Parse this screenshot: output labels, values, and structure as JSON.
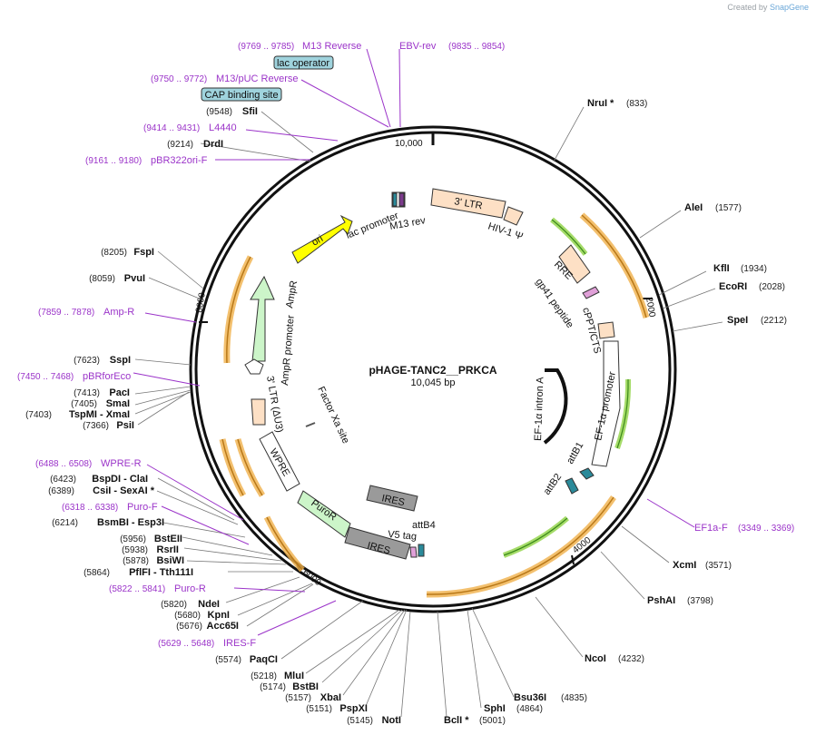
{
  "credit": {
    "prefix": "Created by",
    "brand": "SnapGene"
  },
  "plasmid": {
    "name": "pHAGE-TANC2__PRKCA",
    "size": "10,045 bp",
    "length": 10045
  },
  "ticks": [
    "2000",
    "4000",
    "6000",
    "8000",
    "10,000"
  ],
  "enzymes_right": [
    {
      "name": "NruI *",
      "pos": "(833)"
    },
    {
      "name": "AleI",
      "pos": "(1577)"
    },
    {
      "name": "KflI",
      "pos": "(1934)"
    },
    {
      "name": "EcoRI",
      "pos": "(2028)"
    },
    {
      "name": "SpeI",
      "pos": "(2212)"
    },
    {
      "name": "XcmI",
      "pos": "(3571)"
    },
    {
      "name": "PshAI",
      "pos": "(3798)"
    },
    {
      "name": "NcoI",
      "pos": "(4232)"
    },
    {
      "name": "Bsu36I",
      "pos": "(4835)"
    },
    {
      "name": "SphI",
      "pos": "(4864)"
    },
    {
      "name": "BclI *",
      "pos": "(5001)"
    }
  ],
  "enzymes_left": [
    {
      "name": "NotI",
      "pos": "(5145)"
    },
    {
      "name": "PspXI",
      "pos": "(5151)"
    },
    {
      "name": "XbaI",
      "pos": "(5157)"
    },
    {
      "name": "BstBI",
      "pos": "(5174)"
    },
    {
      "name": "MluI",
      "pos": "(5218)"
    },
    {
      "name": "PaqCI",
      "pos": "(5574)"
    },
    {
      "name": "Acc65I",
      "pos": "(5676)"
    },
    {
      "name": "KpnI",
      "pos": "(5680)"
    },
    {
      "name": "NdeI",
      "pos": "(5820)"
    },
    {
      "name": "PflFI - Tth111I",
      "pos": "(5864)"
    },
    {
      "name": "BsiWI",
      "pos": "(5878)"
    },
    {
      "name": "RsrII",
      "pos": "(5938)"
    },
    {
      "name": "BstEII",
      "pos": "(5956)"
    },
    {
      "name": "BsmBI - Esp3I",
      "pos": "(6214)"
    },
    {
      "name": "CsiI - SexAI *",
      "pos": "(6389)"
    },
    {
      "name": "BspDI - ClaI",
      "pos": "(6423)"
    },
    {
      "name": "PsiI",
      "pos": "(7366)"
    },
    {
      "name": "TspMI - XmaI",
      "pos": "(7403)"
    },
    {
      "name": "SmaI",
      "pos": "(7405)"
    },
    {
      "name": "PacI",
      "pos": "(7413)"
    },
    {
      "name": "SspI",
      "pos": "(7623)"
    },
    {
      "name": "PvuI",
      "pos": "(8059)"
    },
    {
      "name": "FspI",
      "pos": "(8205)"
    },
    {
      "name": "DrdI",
      "pos": "(9214)"
    },
    {
      "name": "SfiI",
      "pos": "(9548)"
    }
  ],
  "primers": [
    {
      "name": "M13 Reverse",
      "pos": "(9769 .. 9785)"
    },
    {
      "name": "EBV-rev",
      "pos": "(9835 .. 9854)"
    },
    {
      "name": "M13/pUC Reverse",
      "pos": "(9750 .. 9772)"
    },
    {
      "name": "L4440",
      "pos": "(9414 .. 9431)"
    },
    {
      "name": "pBR322ori-F",
      "pos": "(9161 .. 9180)"
    },
    {
      "name": "Amp-R",
      "pos": "(7859 .. 7878)"
    },
    {
      "name": "pBRforEco",
      "pos": "(7450 .. 7468)"
    },
    {
      "name": "WPRE-R",
      "pos": "(6488 .. 6508)"
    },
    {
      "name": "Puro-F",
      "pos": "(6318 .. 6338)"
    },
    {
      "name": "Puro-R",
      "pos": "(5822 .. 5841)"
    },
    {
      "name": "IRES-F",
      "pos": "(5629 .. 5648)"
    },
    {
      "name": "EF1a-F",
      "pos": "(3349 .. 3369)"
    }
  ],
  "boxes": [
    {
      "name": "lac operator"
    },
    {
      "name": "CAP binding site"
    }
  ],
  "features": {
    "ori": "ori",
    "ltr3": "3' LTR",
    "hiv_psi": "HIV-1 Ψ",
    "lac_promoter": "lac promoter",
    "m13_rev": "M13 rev",
    "rre": "RRE",
    "gp41": "gp41 peptide",
    "cppt": "cPPT/CTS",
    "ef1a_intron": "EF-1α intron A",
    "ef1a_promoter": "EF-1α promoter",
    "attb1": "attB1",
    "attb2": "attB2",
    "attb4": "attB4",
    "v5": "V5 tag",
    "ires1": "IRES",
    "ires2": "IRES",
    "puror": "PuroR",
    "wpre": "WPRE",
    "ltr3_du3": "3' LTR (ΔU3)",
    "factor_xa": "Factor Xa site",
    "ampr": "AmpR",
    "ampr_promoter": "AmpR promoter"
  },
  "colors": {
    "backbone": "#111111",
    "primer": "#9b34c9",
    "orange_arc": "#f0b04a",
    "orange_arc_core": "#b87818",
    "green_arc": "#a6dc6a",
    "green_arc_core": "#3c8a1a",
    "ltr_fill": "#fde0c5",
    "ori_fill": "#ffff00",
    "amp_fill": "#ccf5c9",
    "ires_fill": "#9a9a9a",
    "box_fill": "#9fd3dd"
  }
}
